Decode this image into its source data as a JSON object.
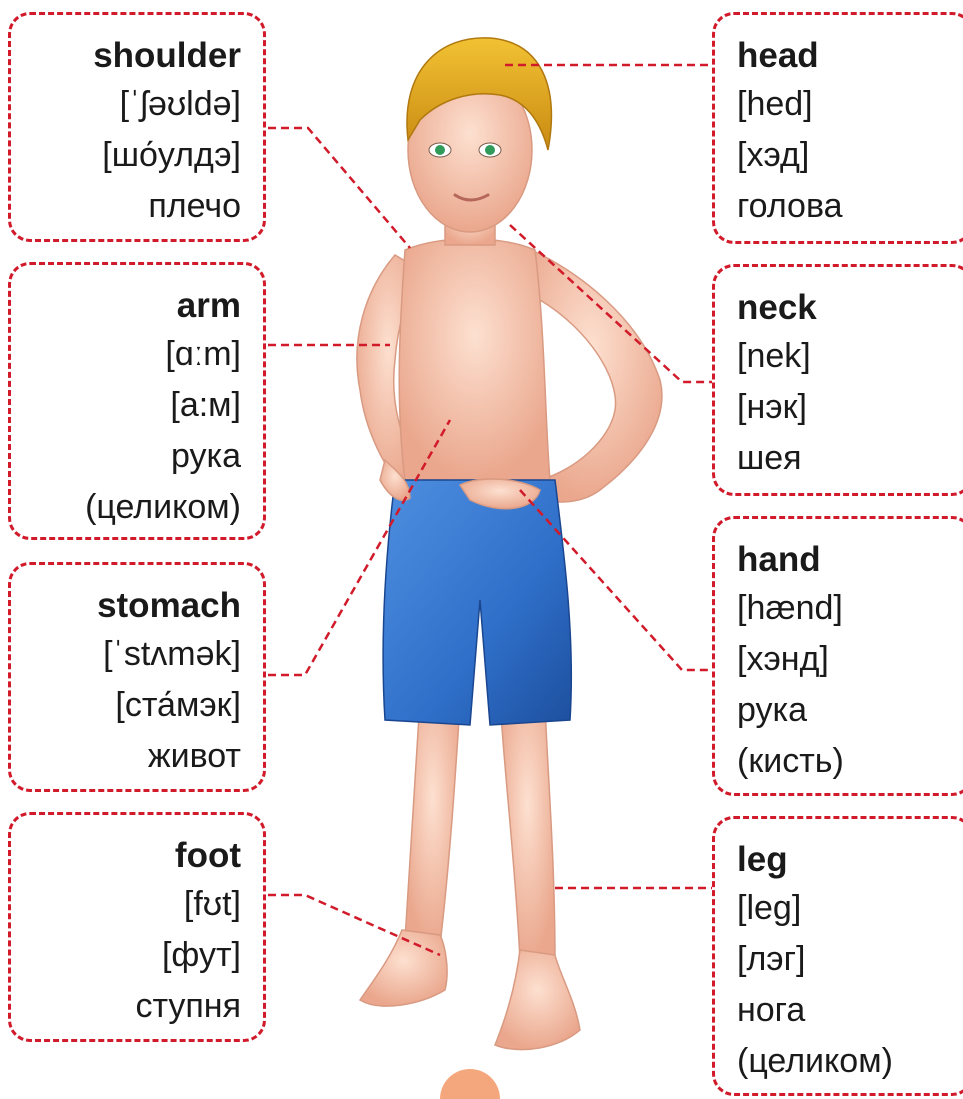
{
  "colors": {
    "border": "#d11a2a",
    "text": "#1a1a1a",
    "skin": "#f6c9b3",
    "skin_shade": "#e8a58c",
    "hair": "#e0a51c",
    "shorts": "#2f6fc9",
    "shorts_shade": "#1d4f9e",
    "eye": "#2f9a5a"
  },
  "figure": {
    "subject": "boy-body-parts-illustration"
  },
  "cards": {
    "shoulder": {
      "word": "shoulder",
      "ipa": "[ˈʃəʊldə]",
      "translit": "[шо́улдэ]",
      "translation": "плечо"
    },
    "arm": {
      "word": "arm",
      "ipa": "[ɑːm]",
      "translit": "[а:м]",
      "translation": "рука",
      "note": "(целиком)"
    },
    "stomach": {
      "word": "stomach",
      "ipa": "[ˈstʌmək]",
      "translit": "[ста́мэк]",
      "translation": "живот"
    },
    "foot": {
      "word": "foot",
      "ipa": "[fʊt]",
      "translit": "[фут]",
      "translation": "ступня"
    },
    "head": {
      "word": "head",
      "ipa": "[hed]",
      "translit": "[хэд]",
      "translation": "голова"
    },
    "neck": {
      "word": "neck",
      "ipa": "[nek]",
      "translit": "[нэк]",
      "translation": "шея"
    },
    "hand": {
      "word": "hand",
      "ipa": "[hænd]",
      "translit": "[хэнд]",
      "translation": "рука",
      "note": "(кисть)"
    },
    "leg": {
      "word": "leg",
      "ipa": "[leg]",
      "translit": "[лэг]",
      "translation": "нога",
      "note": "(целиком)"
    }
  }
}
